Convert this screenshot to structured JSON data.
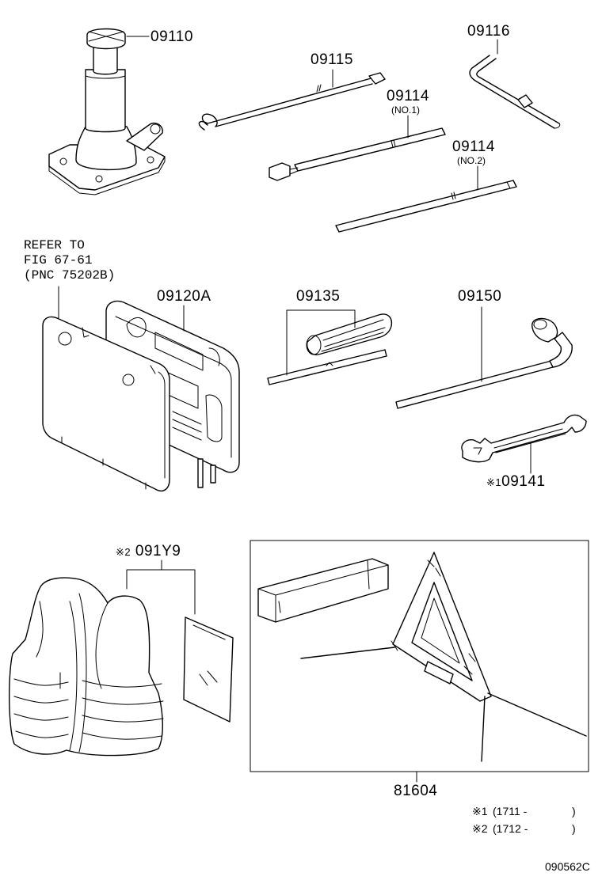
{
  "labels": {
    "jack": "09110",
    "handle": "09115",
    "ext1": "09114",
    "ext1_sub": "(NO.1)",
    "ext2": "09114",
    "ext2_sub": "(NO.2)",
    "crank": "09116",
    "case": "09120A",
    "screwdriver": "09135",
    "wrench_bar": "09150",
    "spanner": "09141",
    "spanner_mark": "※1",
    "vest": "091Y9",
    "vest_mark": "※2",
    "triangle": "81604"
  },
  "refer": {
    "line1": "REFER TO",
    "line2": "FIG 67-61",
    "line3": "(PNC 75202B)"
  },
  "notes": {
    "n1_mark": "※1",
    "n1_text": "(1711 -",
    "n1_close": ")",
    "n2_mark": "※2",
    "n2_text": "(1712 -",
    "n2_close": ")"
  },
  "figure_id": "090562C"
}
